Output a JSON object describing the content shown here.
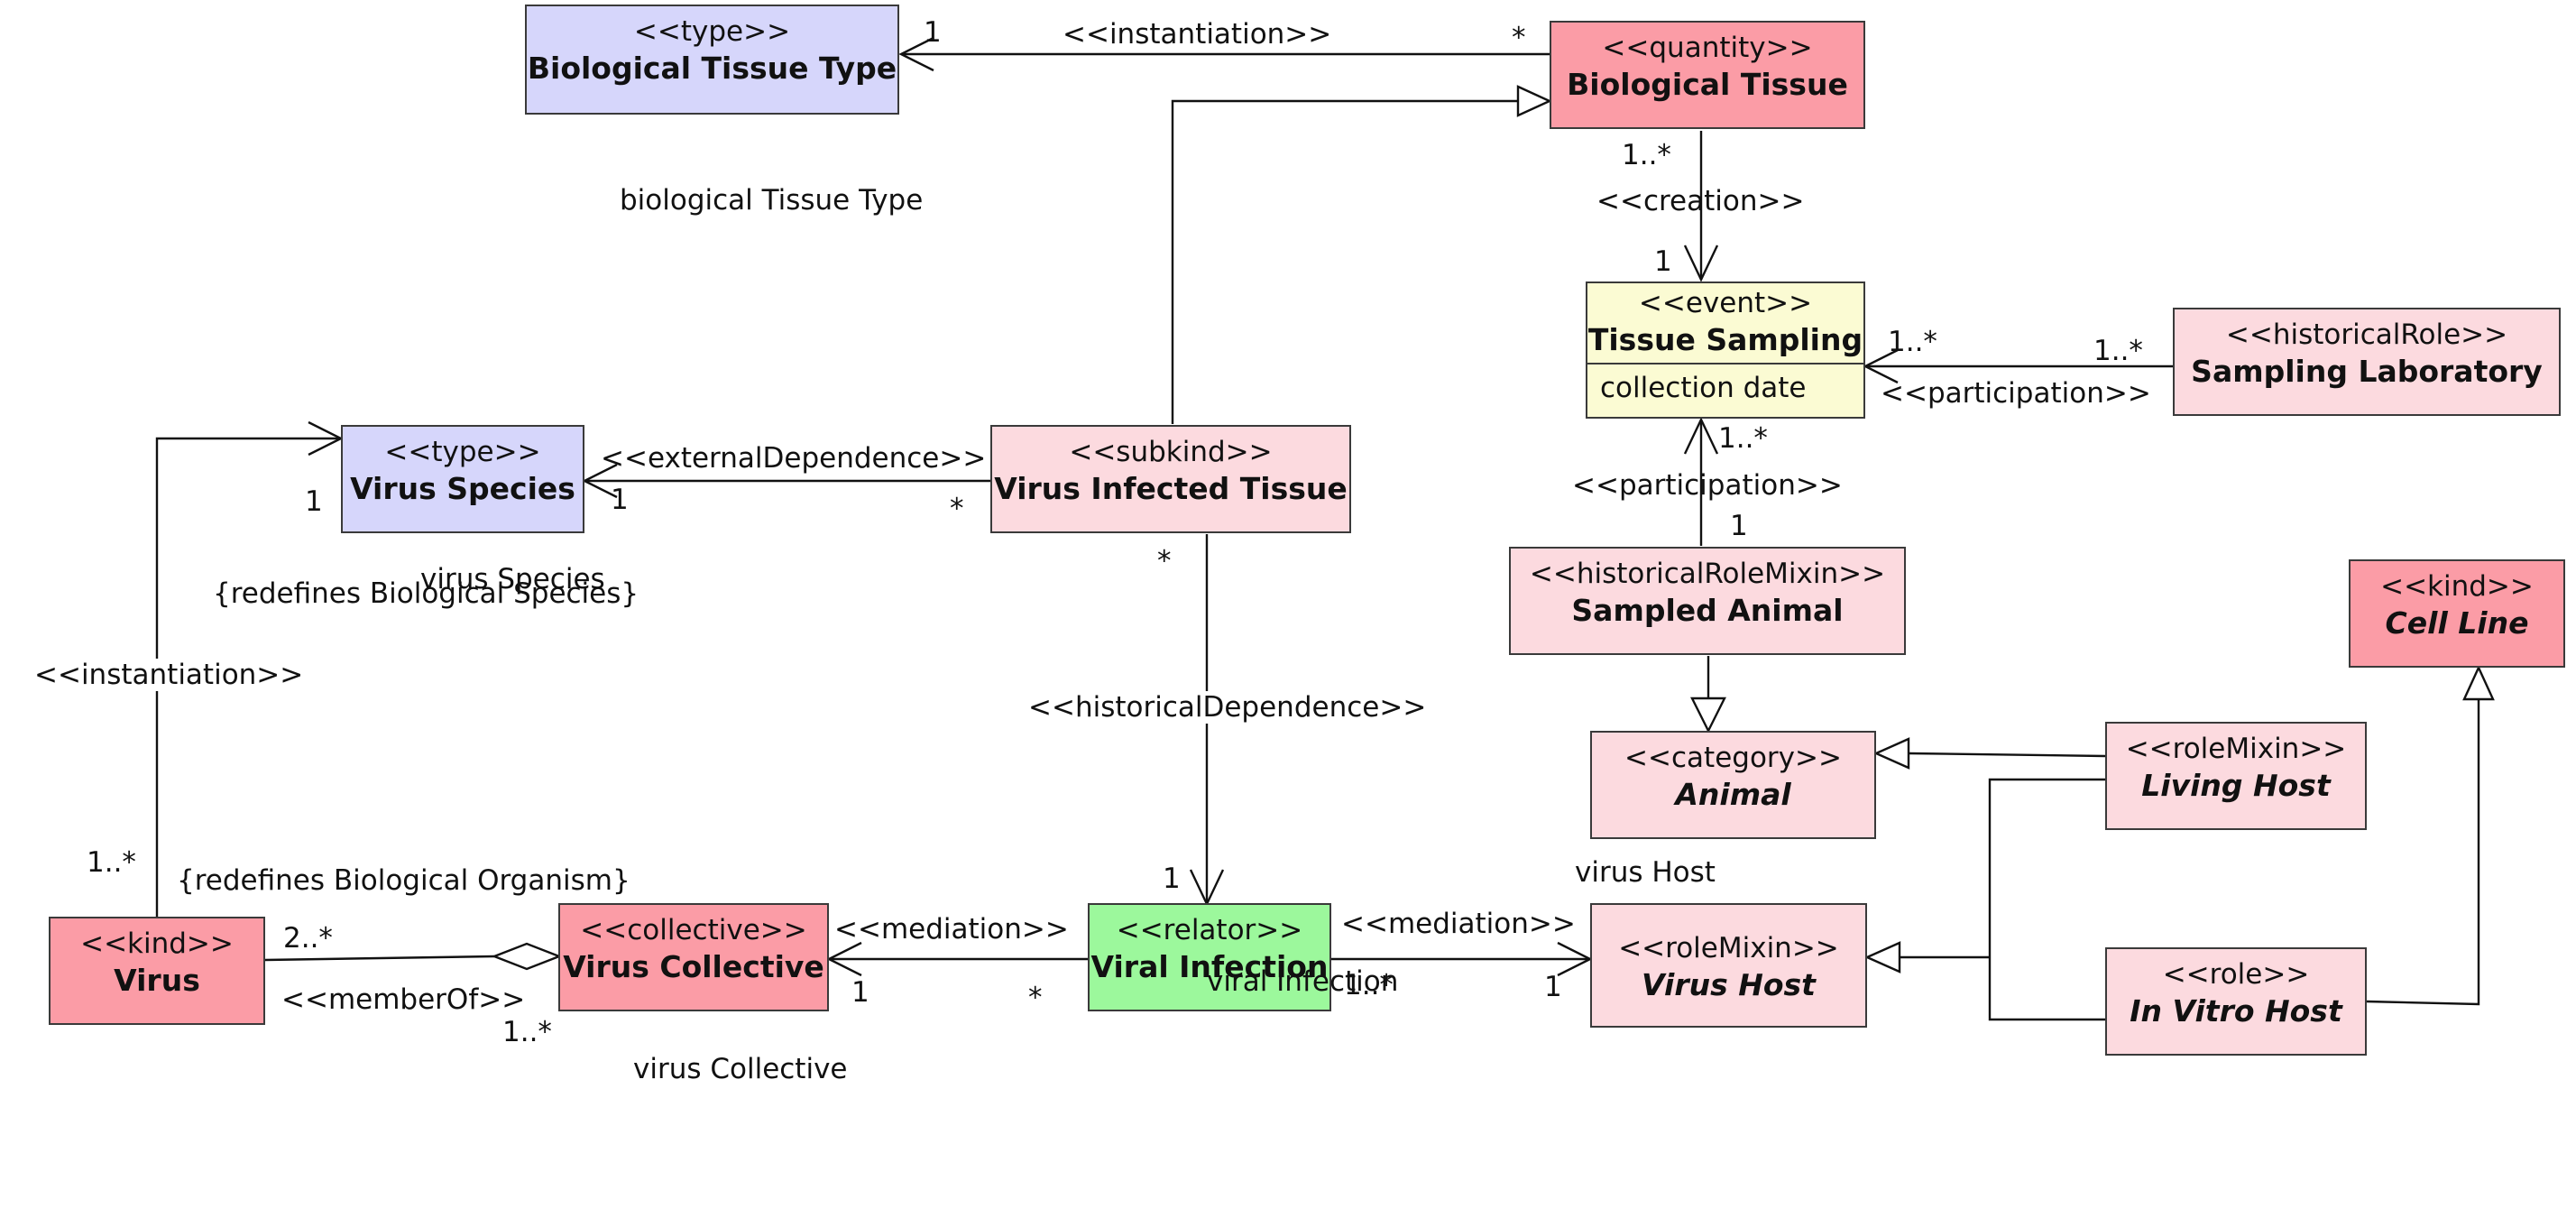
{
  "classes": {
    "biological_tissue_type": {
      "stereotype": "<<type>>",
      "name": "Biological Tissue Type"
    },
    "biological_tissue": {
      "stereotype": "<<quantity>>",
      "name": "Biological Tissue"
    },
    "tissue_sampling": {
      "stereotype": "<<event>>",
      "name": "Tissue Sampling",
      "attribute": "collection date"
    },
    "sampling_laboratory": {
      "stereotype": "<<historicalRole>>",
      "name": "Sampling Laboratory"
    },
    "virus_species": {
      "stereotype": "<<type>>",
      "name": "Virus Species"
    },
    "virus_infected_tissue": {
      "stereotype": "<<subkind>>",
      "name": "Virus Infected Tissue"
    },
    "sampled_animal": {
      "stereotype": "<<historicalRoleMixin>>",
      "name": "Sampled Animal"
    },
    "cell_line": {
      "stereotype": "<<kind>>",
      "name": "Cell Line"
    },
    "animal": {
      "stereotype": "<<category>>",
      "name": "Animal"
    },
    "living_host": {
      "stereotype": "<<roleMixin>>",
      "name": "Living Host"
    },
    "virus": {
      "stereotype": "<<kind>>",
      "name": "Virus"
    },
    "virus_collective": {
      "stereotype": "<<collective>>",
      "name": "Virus Collective"
    },
    "viral_infection": {
      "stereotype": "<<relator>>",
      "name": "Viral Infection"
    },
    "virus_host": {
      "stereotype": "<<roleMixin>>",
      "name": "Virus Host"
    },
    "in_vitro_host": {
      "stereotype": "<<role>>",
      "name": "In Vitro Host"
    }
  },
  "associations": {
    "instantiation_tissue": "<<instantiation>>",
    "creation": "<<creation>>",
    "participation_lab": "<<participation>>",
    "participation_animal": "<<participation>>",
    "external_dependence": "<<externalDependence>>",
    "historical_dependence": "<<historicalDependence>>",
    "instantiation_virus": "<<instantiation>>",
    "member_of": "<<memberOf>>",
    "mediation_collective": "<<mediation>>",
    "mediation_host": "<<mediation>>"
  },
  "labels": {
    "biological_tissue_type_role": "biological Tissue Type",
    "virus_species_role": "virus Species",
    "redefines_species": "{redefines Biological Species}",
    "redefines_organism": "{redefines Biological Organism}",
    "virus_host_role": "virus Host",
    "virus_collective_role": "virus Collective",
    "viral_infection_role": "viral Infection"
  },
  "multiplicities": {
    "tissue_type_end": "1",
    "tissue_end": "*",
    "tissue_creation": "1..*",
    "sampling_creation": "1",
    "sampling_lab_side": "1..*",
    "lab_side": "1..*",
    "sampling_animal_side": "1..*",
    "animal_participation": "1",
    "species_ext_a": "1",
    "species_ext_b": "1",
    "infected_ext": "*",
    "infected_hist": "*",
    "infection_hist": "1",
    "virus_inst": "1..*",
    "virus_member": "2..*",
    "collective_member": "1..*",
    "collective_mediation": "1",
    "infection_collective_side": "*",
    "infection_host_side": "1..*",
    "host_mediation": "1"
  }
}
